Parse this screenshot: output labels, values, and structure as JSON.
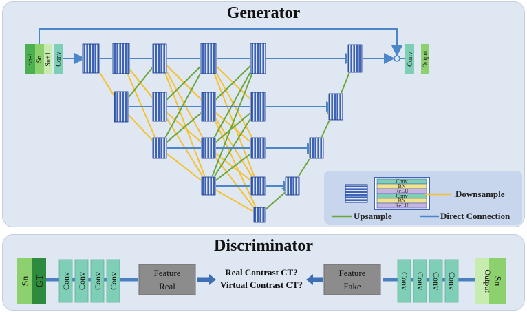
{
  "generator": {
    "title": "Generator",
    "inputs": [
      "Sn-1",
      "Sn",
      "Sn+1"
    ],
    "conv": "Conv",
    "out_conv": "Conv",
    "output": "Output"
  },
  "legend": {
    "block_layers": [
      "Conv",
      "BN",
      "ReLU",
      "Conv",
      "BN",
      "ReLU"
    ],
    "downsample": "Downsample",
    "upsample": "Upsample",
    "direct": "Direct Connection"
  },
  "discriminator": {
    "title": "Discriminator",
    "left_inputs": [
      "Sn",
      "GT"
    ],
    "left_convs": [
      "Conv",
      "Conv",
      "Conv",
      "Conv"
    ],
    "feature_real": [
      "Feature",
      "Real"
    ],
    "question_1": "Real Contrast CT?",
    "question_2": "Virtual Contrast CT?",
    "feature_fake": [
      "Feature",
      "Fake"
    ],
    "right_convs": [
      "Conv",
      "Conv",
      "Conv",
      "Conv"
    ],
    "right_output": "Output",
    "right_input": "Sn"
  },
  "colors": {
    "downsample": "#f5c130",
    "upsample": "#6aa53a",
    "direct": "#4a86c8",
    "block_fill": "#3f63b4",
    "conv_fill": "#7fcfb7",
    "feature_box": "#8c8c8c"
  }
}
